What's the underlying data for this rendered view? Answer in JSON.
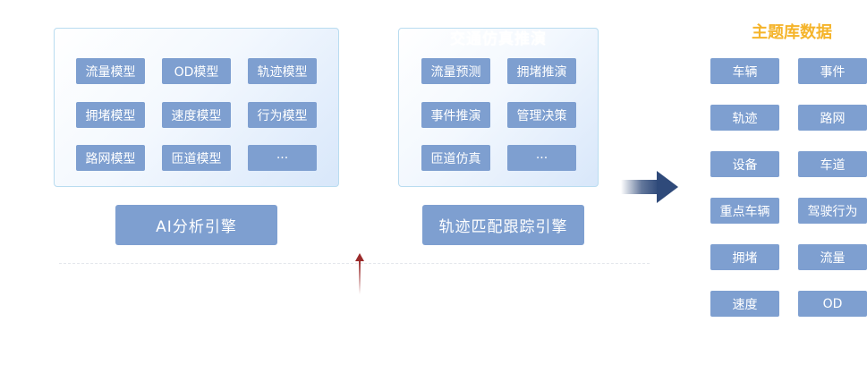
{
  "left_panel": {
    "title": "",
    "models": [
      "流量模型",
      "OD模型",
      "轨迹模型",
      "拥堵模型",
      "速度模型",
      "行为模型",
      "路网模型",
      "匝道模型",
      "···"
    ],
    "engine_label": "AI分析引擎"
  },
  "middle_panel": {
    "title": "交通仿真推演",
    "items": [
      "流量预测",
      "拥堵推演",
      "事件推演",
      "管理决策",
      "匝道仿真",
      "···"
    ],
    "engine_label": "轨迹匹配跟踪引擎"
  },
  "right_panel": {
    "title": "主题库数据",
    "items": [
      "车辆",
      "事件",
      "轨迹",
      "路网",
      "设备",
      "车道",
      "重点车辆",
      "驾驶行为",
      "拥堵",
      "流量",
      "速度",
      "OD"
    ]
  },
  "colors": {
    "chip": "#7e9fd0",
    "title_accent": "#f5b42a",
    "arrow": "#2f4a7a",
    "up_arrow": "#9b2b2b",
    "panel_border": "#b9dcf0"
  }
}
